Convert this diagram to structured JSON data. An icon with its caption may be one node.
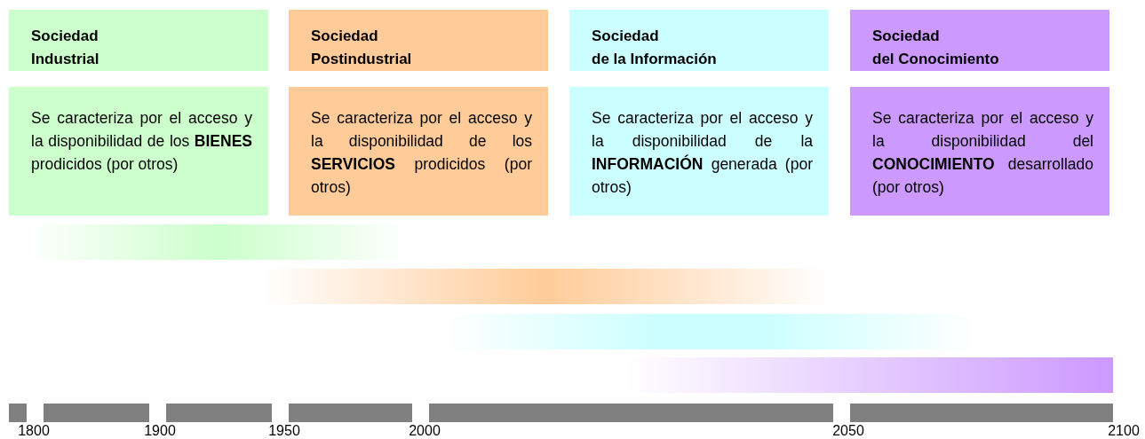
{
  "diagram": {
    "nodes": [
      {
        "text": [
          "Sociedad Industrial"
        ]
      },
      {
        "text": [
          "Sociedad Postindustrial"
        ]
      },
      {
        "text": [
          "Sociedad de la Información"
        ]
      },
      {
        "text": [
          "Sociedad del Conocimiento"
        ]
      },
      {
        "text": [
          "Se caracteriza por el acceso y la disponibilidad de los **BIENES** prodicidos (por otros)"
        ]
      },
      {
        "text": [
          "Se caracteriza por el acceso y la disponibilidad de los **SERVICIOS** prodicidos (por otros)"
        ]
      },
      {
        "text": [
          "Se caracteriza por el acceso y la disponibilidad de la **INFORMACIÓN** generada (por otros)"
        ]
      },
      {
        "text": [
          "Se caracteriza por el acceso y la disponibilidad del **CONOCIMIENTO** desarrollado (por otros)"
        ]
      },
      {
        "text": [],
        "shape": "bar"
      },
      {
        "text": [],
        "shape": "bar"
      },
      {
        "text": [],
        "shape": "bar"
      },
      {
        "text": [],
        "shape": "bar"
      },
      {
        "text": [],
        "shape": "bar"
      },
      {
        "text": [],
        "shape": "bar"
      },
      {
        "text": [],
        "shape": "bar"
      },
      {
        "text": [],
        "shape": "bar"
      },
      {
        "text": [],
        "shape": "bar"
      },
      {
        "text": [],
        "shape": "bar"
      }
    ],
    "labels": [
      "1800",
      "1900",
      "1950",
      "2000",
      "2050",
      "2100"
    ]
  }
}
